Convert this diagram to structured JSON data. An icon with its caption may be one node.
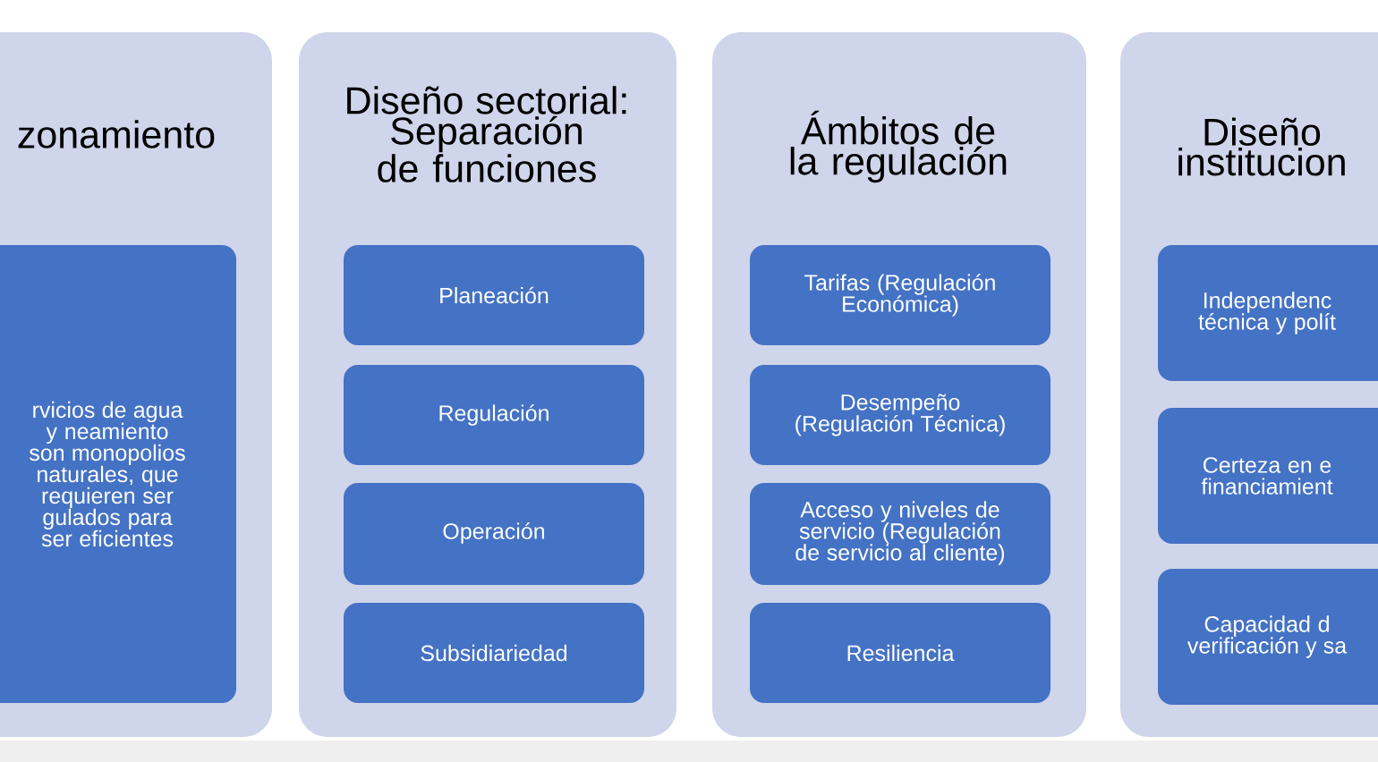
{
  "diagram": {
    "nodes": [
      {
        "text": [
          "zonamiento"
        ]
      },
      {
        "text": [
          "rvicios de agua y neamiento son monopolios naturales, que requieren ser gulados para ser eficientes"
        ],
        "in": 0
      },
      {
        "text": [
          "Diseño sectorial: Separación de funciones"
        ]
      },
      {
        "text": [
          "Planeación"
        ],
        "in": 2
      },
      {
        "text": [
          "Regulación"
        ],
        "in": 2
      },
      {
        "text": [
          "Operación"
        ],
        "in": 2
      },
      {
        "text": [
          "Subsidiariedad"
        ],
        "in": 2
      },
      {
        "text": [
          "Ámbitos de la regulación"
        ]
      },
      {
        "text": [
          "Tarifas (Regulación Económica)"
        ],
        "in": 7
      },
      {
        "text": [
          "Desempeño (Regulación Técnica)"
        ],
        "in": 7
      },
      {
        "text": [
          "Acceso y niveles de servicio (Regulación de servicio al cliente)"
        ],
        "in": 7
      },
      {
        "text": [
          "Resiliencia"
        ],
        "in": 7
      },
      {
        "text": [
          "Diseño institucion"
        ]
      },
      {
        "text": [
          "Independenc técnica y polít"
        ],
        "in": 12
      },
      {
        "text": [
          "Certeza en e financiamient"
        ],
        "in": 12
      },
      {
        "text": [
          "Capacidad d verificación y sa"
        ],
        "in": 12
      }
    ]
  }
}
